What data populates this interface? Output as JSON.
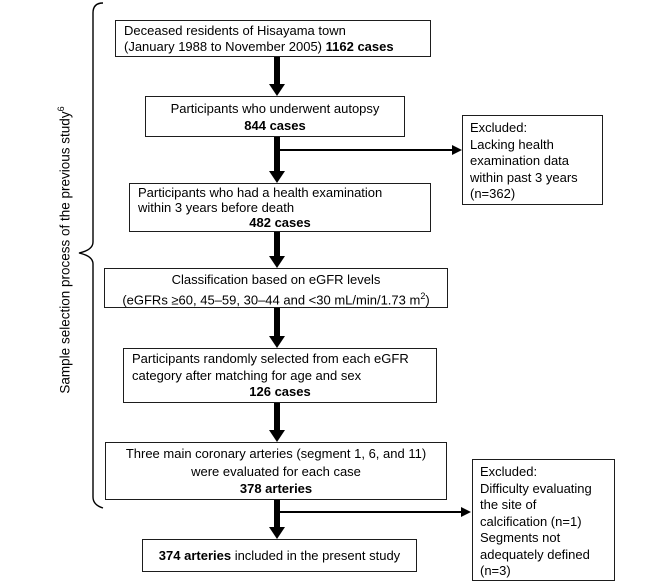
{
  "side_label": {
    "text": "Sample selection process of the previous study",
    "superscript": "6"
  },
  "boxes": {
    "box1": {
      "line1": "Deceased residents of Hisayama town",
      "line2_pre": "(January 1988 to November 2005) ",
      "line2_bold": "1162 cases"
    },
    "box2": {
      "line1": "Participants who underwent autopsy",
      "line2_bold": "844 cases"
    },
    "box3": {
      "line1": "Participants who had a health examination",
      "line2": "within 3 years before death",
      "line3_bold": "482 cases"
    },
    "box4": {
      "line1": "Classification based on eGFR levels",
      "line2_pre": "(eGFRs ≥60, 45–59, 30–44 and <30 mL/min/1.73 m",
      "line2_sup": "2",
      "line2_post": ")"
    },
    "box5": {
      "line1": "Participants randomly selected from each eGFR",
      "line2": "category after matching for age and sex",
      "line3_bold": "126 cases"
    },
    "box6": {
      "line1": "Three main coronary arteries (segment 1, 6, and 11)",
      "line2": "were evaluated for each case",
      "line3_bold": "378 arteries"
    },
    "box7": {
      "bold": "374 arteries",
      "rest": " included in the present study"
    }
  },
  "excluded1": {
    "line1": "Excluded:",
    "line2": "Lacking health",
    "line3": "examination data",
    "line4": "within past 3 years",
    "line5": "(n=362)"
  },
  "excluded2": {
    "line1": "Excluded:",
    "line2": "Difficulty evaluating",
    "line3": "the site of",
    "line4": "calcification (n=1)",
    "line5": "Segments not",
    "line6": "adequately defined",
    "line7": "(n=3)"
  },
  "colors": {
    "arrow": "#000000",
    "box_border": "#1d1d1d",
    "background": "#ffffff"
  }
}
